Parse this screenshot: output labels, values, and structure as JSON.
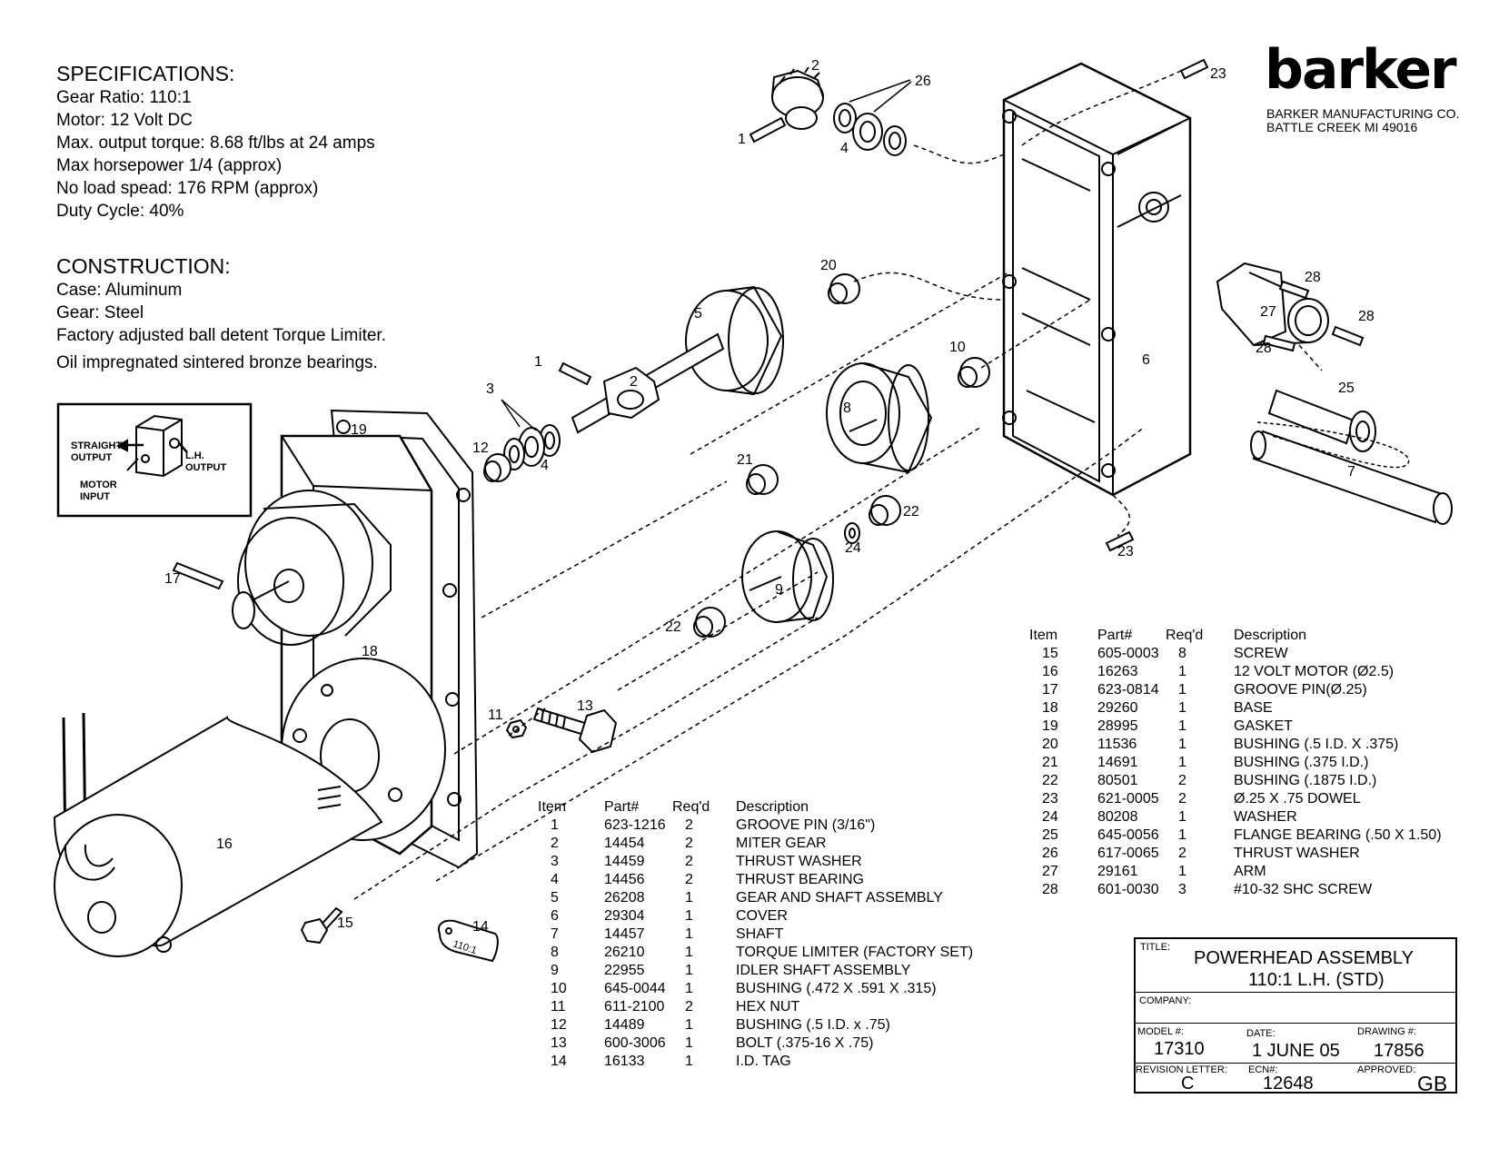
{
  "specs": {
    "title": "SPECIFICATIONS:",
    "lines": [
      "Gear Ratio: 110:1",
      "Motor: 12 Volt DC",
      "Max. output torque: 8.68 ft/lbs at 24 amps",
      "Max horsepower 1/4 (approx)",
      "No load spead: 176 RPM (approx)",
      "Duty Cycle: 40%"
    ]
  },
  "construction": {
    "title": "CONSTRUCTION:",
    "lines": [
      "Case: Aluminum",
      "Gear: Steel",
      "Factory adjusted ball detent Torque Limiter.",
      "Oil impregnated sintered bronze bearings."
    ]
  },
  "inset": {
    "straight_output": "STRAIGHT OUTPUT",
    "lh_output": "L.H. OUTPUT",
    "motor_input": "MOTOR INPUT"
  },
  "brand": {
    "logo": "barker",
    "company_line1": "BARKER MANUFACTURING CO.",
    "company_line2": "BATTLE CREEK  MI  49016"
  },
  "callouts": {
    "c1a": "1",
    "c2a": "2",
    "c26": "26",
    "c4a": "4",
    "c23a": "23",
    "c20": "20",
    "c5": "5",
    "c1b": "1",
    "c2b": "2",
    "c3": "3",
    "c12": "12",
    "c4b": "4",
    "c10": "10",
    "c8": "8",
    "c6": "6",
    "c28a": "28",
    "c27": "27",
    "c28b": "28",
    "c28c": "28",
    "c25": "25",
    "c7": "7",
    "c19": "19",
    "c21": "21",
    "c22a": "22",
    "c24": "24",
    "c23b": "23",
    "c17": "17",
    "c9": "9",
    "c22b": "22",
    "c18": "18",
    "c13": "13",
    "c11": "11",
    "c16": "16",
    "c15": "15",
    "c14": "14",
    "tag": "110:1"
  },
  "parts_table_1": {
    "headers": [
      "Item",
      "Part#",
      "Req'd",
      "Description"
    ],
    "rows": [
      [
        "1",
        "623-1216",
        "2",
        "GROOVE PIN (3/16\")"
      ],
      [
        "2",
        "14454",
        "2",
        "MITER GEAR"
      ],
      [
        "3",
        "14459",
        "2",
        "THRUST WASHER"
      ],
      [
        "4",
        "14456",
        "2",
        "THRUST BEARING"
      ],
      [
        "5",
        "26208",
        "1",
        "GEAR AND SHAFT ASSEMBLY"
      ],
      [
        "6",
        "29304",
        "1",
        "COVER"
      ],
      [
        "7",
        "14457",
        "1",
        "SHAFT"
      ],
      [
        "8",
        "26210",
        "1",
        "TORQUE LIMITER (FACTORY SET)"
      ],
      [
        "9",
        "22955",
        "1",
        "IDLER SHAFT ASSEMBLY"
      ],
      [
        "10",
        "645-0044",
        "1",
        "BUSHING (.472 X .591 X .315)"
      ],
      [
        "11",
        "611-2100",
        "2",
        "HEX NUT"
      ],
      [
        "12",
        "14489",
        "1",
        "BUSHING (.5 I.D. x .75)"
      ],
      [
        "13",
        "600-3006",
        "1",
        "BOLT (.375-16 X .75)"
      ],
      [
        "14",
        "16133",
        "1",
        "I.D. TAG"
      ]
    ]
  },
  "parts_table_2": {
    "headers": [
      "Item",
      "Part#",
      "Req'd",
      "Description"
    ],
    "rows": [
      [
        "15",
        "605-0003",
        "8",
        "SCREW"
      ],
      [
        "16",
        "16263",
        "1",
        "12 VOLT MOTOR (Ø2.5)"
      ],
      [
        "17",
        "623-0814",
        "1",
        "GROOVE PIN(Ø.25)"
      ],
      [
        "18",
        "29260",
        "1",
        "BASE"
      ],
      [
        "19",
        "28995",
        "1",
        "GASKET"
      ],
      [
        "20",
        "11536",
        "1",
        "BUSHING (.5 I.D. X .375)"
      ],
      [
        "21",
        "14691",
        "1",
        "BUSHING (.375 I.D.)"
      ],
      [
        "22",
        "80501",
        "2",
        "BUSHING (.1875 I.D.)"
      ],
      [
        "23",
        "621-0005",
        "2",
        "Ø.25 X .75 DOWEL"
      ],
      [
        "24",
        "80208",
        "1",
        "WASHER"
      ],
      [
        "25",
        "645-0056",
        "1",
        "FLANGE BEARING (.50 X 1.50)"
      ],
      [
        "26",
        "617-0065",
        "2",
        "THRUST WASHER"
      ],
      [
        "27",
        "29161",
        "1",
        "ARM"
      ],
      [
        "28",
        "601-0030",
        "3",
        "#10-32 SHC SCREW"
      ]
    ]
  },
  "title_block": {
    "title_label": "TITLE:",
    "title_line1": "POWERHEAD ASSEMBLY",
    "title_line2": "110:1 L.H.  (STD)",
    "company_label": "COMPANY:",
    "model_label": "MODEL #:",
    "model_value": "17310",
    "date_label": "DATE:",
    "date_value": "1 JUNE 05",
    "drawing_label": "DRAWING #:",
    "drawing_value": "17856",
    "revision_label": "REVISION LETTER:",
    "revision_value": "C",
    "ecn_label": "ECN#:",
    "ecn_value": "12648",
    "approved_label": "APPROVED:",
    "approved_value": "GB"
  }
}
